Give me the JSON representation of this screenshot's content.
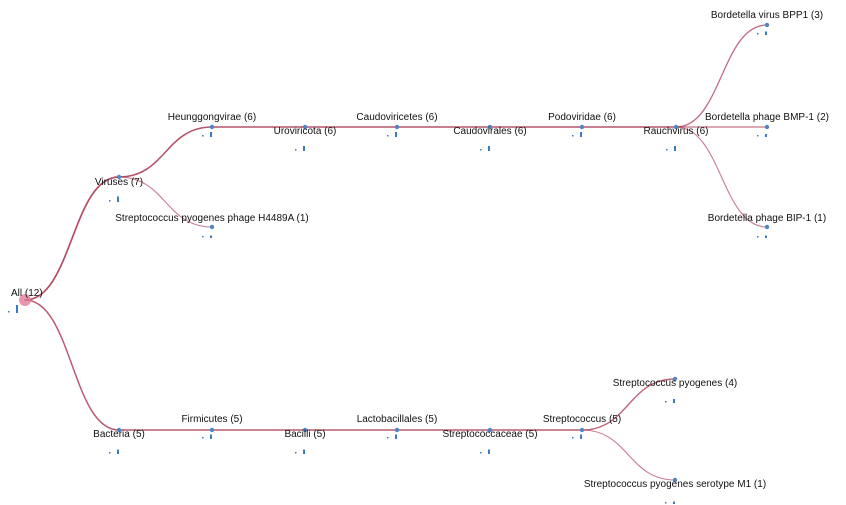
{
  "colors": {
    "edge": "#a3223f",
    "edge_light": "#d9a0ae",
    "node": "#4f86c6",
    "bar": "#3b7bbf",
    "root": "#e07d9a"
  },
  "nodes": [
    {
      "id": "all",
      "label": "All (12)",
      "count": 12
    },
    {
      "id": "viruses",
      "label": "Viruses (7)",
      "count": 7,
      "parent": "all"
    },
    {
      "id": "heunggongvirae",
      "label": "Heunggongvirae (6)",
      "count": 6,
      "parent": "viruses"
    },
    {
      "id": "h4489a",
      "label": "Streptococcus pyogenes phage H4489A (1)",
      "count": 1,
      "parent": "viruses"
    },
    {
      "id": "uroviricota",
      "label": "Uroviricota (6)",
      "count": 6,
      "parent": "heunggongvirae"
    },
    {
      "id": "caudoviricetes",
      "label": "Caudoviricetes (6)",
      "count": 6,
      "parent": "uroviricota"
    },
    {
      "id": "caudovirales",
      "label": "Caudovirales (6)",
      "count": 6,
      "parent": "caudoviricetes"
    },
    {
      "id": "podoviridae",
      "label": "Podoviridae (6)",
      "count": 6,
      "parent": "caudovirales"
    },
    {
      "id": "rauchvirus",
      "label": "Rauchvirus (6)",
      "count": 6,
      "parent": "podoviridae"
    },
    {
      "id": "bpp1",
      "label": "Bordetella virus BPP1 (3)",
      "count": 3,
      "parent": "rauchvirus"
    },
    {
      "id": "bmp1",
      "label": "Bordetella phage BMP-1 (2)",
      "count": 2,
      "parent": "rauchvirus"
    },
    {
      "id": "bip1",
      "label": "Bordetella phage BIP-1 (1)",
      "count": 1,
      "parent": "rauchvirus"
    },
    {
      "id": "bacteria",
      "label": "Bacteria (5)",
      "count": 5,
      "parent": "all"
    },
    {
      "id": "firmicutes",
      "label": "Firmicutes (5)",
      "count": 5,
      "parent": "bacteria"
    },
    {
      "id": "bacilli",
      "label": "Bacilli (5)",
      "count": 5,
      "parent": "firmicutes"
    },
    {
      "id": "lactobacillales",
      "label": "Lactobacillales (5)",
      "count": 5,
      "parent": "bacilli"
    },
    {
      "id": "streptococcaceae",
      "label": "Streptococcaceae (5)",
      "count": 5,
      "parent": "lactobacillales"
    },
    {
      "id": "streptococcus",
      "label": "Streptococcus (5)",
      "count": 5,
      "parent": "streptococcaceae"
    },
    {
      "id": "spyogenes",
      "label": "Streptococcus pyogenes (4)",
      "count": 4,
      "parent": "streptococcus"
    },
    {
      "id": "spyogenes_m1",
      "label": "Streptococcus pyogenes serotype M1 (1)",
      "count": 1,
      "parent": "streptococcus"
    }
  ]
}
